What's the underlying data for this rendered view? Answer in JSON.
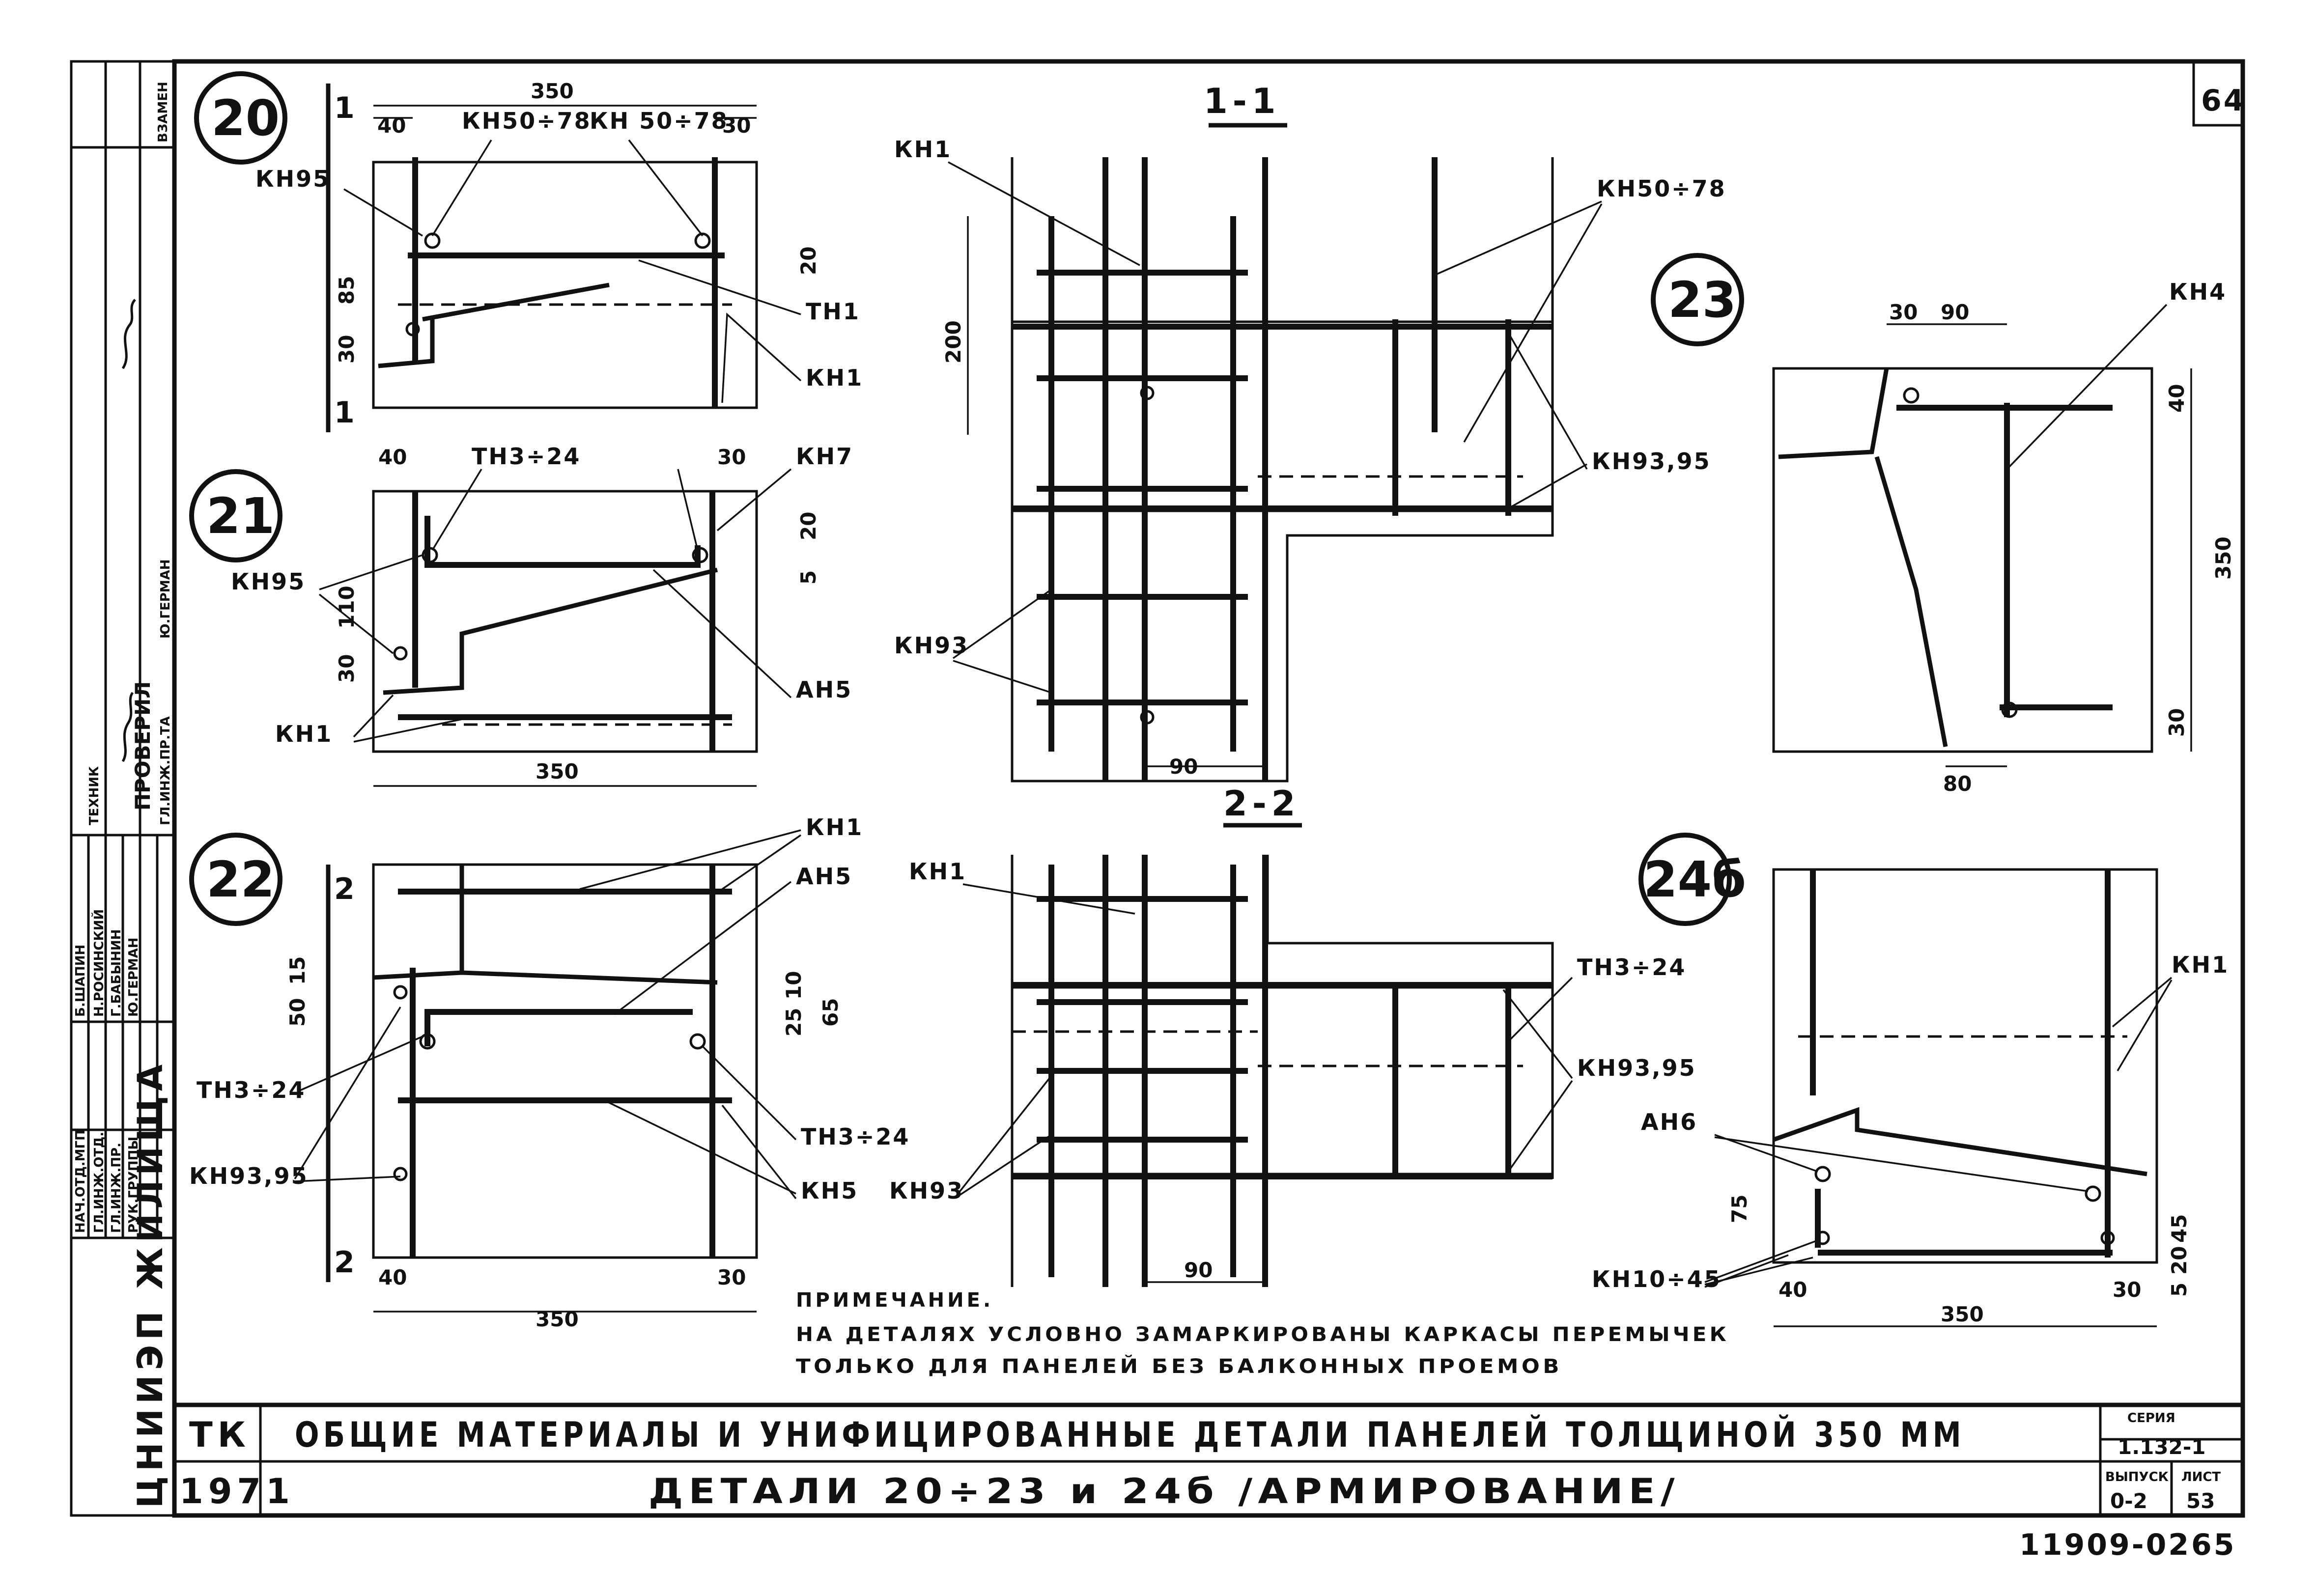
{
  "sheet": {
    "page_number": "64",
    "bottom_stamp": "11909-02",
    "bottom_page": "65",
    "org_name": "ЦНИИЭП ЖИЛИЩА"
  },
  "title_block": {
    "tk": "ТК",
    "year": "1971",
    "title_main": "ОБЩИЕ МАТЕРИАЛЫ И УНИФИЦИРОВАННЫЕ ДЕТАЛИ ПАНЕЛЕЙ ТОЛЩИНОЙ 350 ММ",
    "title_sub": "ДЕТАЛИ 20÷23 и 24б /АРМИРОВАНИЕ/",
    "seria_label": "СЕРИЯ",
    "seria_value": "1.132-1",
    "vypusk_label": "ВЫПУСК",
    "vypusk_value": "0-2",
    "list_label": "ЛИСТ",
    "list_value": "53"
  },
  "side_stamp": {
    "vzamen": "ВЗАМЕН",
    "roles": [
      "НАЧ.ОТД.МГП",
      "ГЛ.ИНЖ.ОТД.",
      "ГЛ.ИНЖ.ПР.",
      "РУК.ГРУППЫ"
    ],
    "names": [
      "Б.ШАПИН",
      "Н.РОСИНСКИЙ",
      "Г.БАБЫНИН",
      "Ю.ГЕРМАН"
    ],
    "check_label": "ПРОВЕРИЛ",
    "check_role": "ГЛ.ИНЖ.ПР.ТА",
    "check_name": "Ю.ГЕРМАН",
    "technik": "ТЕХНИК"
  },
  "details": {
    "d20": {
      "id": "20",
      "section_mark": "1",
      "dims": [
        "350",
        "40",
        "30",
        "85",
        "30",
        "20"
      ],
      "labels": [
        "КН50÷78",
        "КН 50÷78",
        "КН95",
        "ТН1",
        "КН1"
      ]
    },
    "d21": {
      "id": "21",
      "dims": [
        "40",
        "30",
        "110",
        "30",
        "20",
        "5",
        "350"
      ],
      "labels": [
        "ТН3÷24",
        "КН7",
        "КН95",
        "АН5",
        "КН1"
      ]
    },
    "d22": {
      "id": "22",
      "section_mark": "2",
      "dims": [
        "15",
        "50",
        "25",
        "10",
        "65",
        "40",
        "30",
        "350"
      ],
      "labels": [
        "КН1",
        "АН5",
        "ТН3÷24",
        "ТН3÷24",
        "КН93,95",
        "КН5"
      ]
    },
    "d23": {
      "id": "23",
      "dims": [
        "30",
        "90",
        "40",
        "350",
        "30",
        "80"
      ],
      "labels": [
        "КН4"
      ]
    },
    "d24": {
      "id": "24б",
      "dims": [
        "75",
        "40",
        "30",
        "5",
        "20",
        "45",
        "350"
      ],
      "labels": [
        "КН1",
        "АН6",
        "КН10÷45"
      ]
    },
    "s11": {
      "id": "1-1",
      "dims": [
        "200",
        "90"
      ],
      "labels": [
        "КН1",
        "КН50÷78",
        "КН93,95",
        "КН93"
      ]
    },
    "s22": {
      "id": "2-2",
      "dims": [
        "90"
      ],
      "labels": [
        "КН1",
        "ТН3÷24",
        "КН93,95",
        "КН93"
      ]
    }
  },
  "note": {
    "title": "ПРИМЕЧАНИЕ.",
    "line1": "НА ДЕТАЛЯХ УСЛОВНО ЗАМАРКИРОВАНЫ КАРКАСЫ ПЕРЕМЫЧЕК",
    "line2": "ТОЛЬКО ДЛЯ ПАНЕЛЕЙ БЕЗ БАЛКОННЫХ ПРОЕМОВ"
  }
}
